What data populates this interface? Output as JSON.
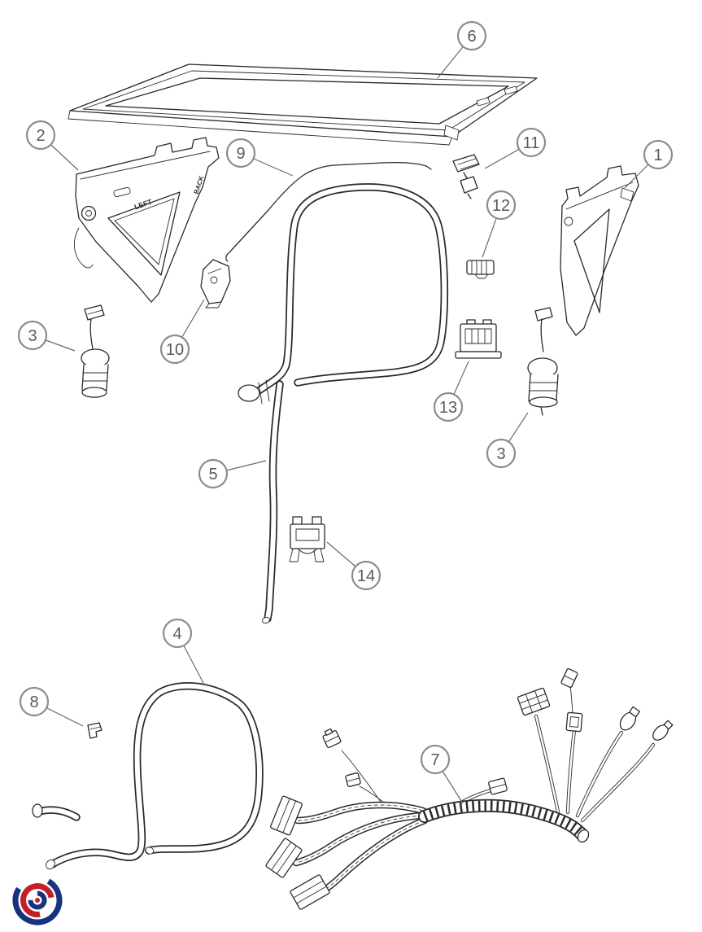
{
  "diagram": {
    "callouts": [
      {
        "label": "6"
      },
      {
        "label": "2"
      },
      {
        "label": "1"
      },
      {
        "label": "9"
      },
      {
        "label": "11"
      },
      {
        "label": "12"
      },
      {
        "label": "3"
      },
      {
        "label": "10"
      },
      {
        "label": "13"
      },
      {
        "label": "3"
      },
      {
        "label": "5"
      },
      {
        "label": "14"
      },
      {
        "label": "4"
      },
      {
        "label": "8"
      },
      {
        "label": "7"
      }
    ],
    "part_labels": {
      "left": "LEFT",
      "back": "BACK"
    },
    "colors": {
      "line": "#2a2a2a",
      "callout_ring": "#8c8c8c",
      "callout_text": "#5a5a5a",
      "logo_blue": "#16337f",
      "logo_red": "#c22026"
    }
  }
}
